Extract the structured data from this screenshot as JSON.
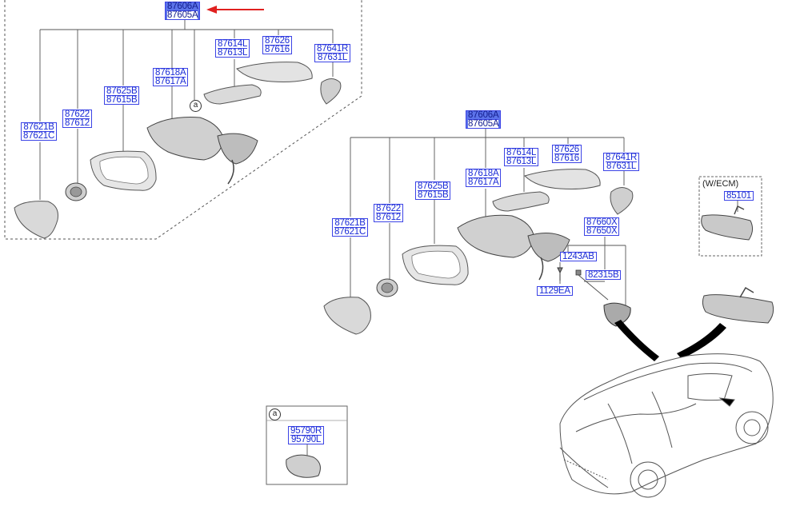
{
  "diagram": {
    "left_group": {
      "assembly": [
        "87606A",
        "87605A"
      ],
      "mirror_glass": [
        "87621B",
        "87621C"
      ],
      "actuator": [
        "87622",
        "87612"
      ],
      "bezel": [
        "87625B",
        "87615B"
      ],
      "housing": [
        "87618A",
        "87617A"
      ],
      "garnish": [
        "87614L",
        "87613L"
      ],
      "cap": [
        "87626",
        "87616"
      ],
      "side_lamp": [
        "87641R",
        "87631L"
      ],
      "detail_ref": "a"
    },
    "right_group": {
      "assembly": [
        "87606A",
        "87605A"
      ],
      "mirror_glass": [
        "87621B",
        "87621C"
      ],
      "actuator": [
        "87622",
        "87612"
      ],
      "bezel": [
        "87625B",
        "87615B"
      ],
      "housing": [
        "87618A",
        "87617A"
      ],
      "garnish": [
        "87614L",
        "87613L"
      ],
      "cap": [
        "87626",
        "87616"
      ],
      "side_lamp": [
        "87641R",
        "87631L"
      ],
      "inside_mirror": [
        "87660X",
        "87650X"
      ],
      "bolt": "1243AB",
      "screw": "1129EA",
      "cover": "82315B"
    },
    "ecm_box": {
      "title": "(W/ECM)",
      "part": "85101"
    },
    "detail_box": {
      "ref": "a",
      "part": [
        "95790R",
        "95790L"
      ]
    },
    "colors": {
      "label_blue": "#3b43e6",
      "highlight": "#5c73ea",
      "arrow": "#e0201f"
    }
  }
}
